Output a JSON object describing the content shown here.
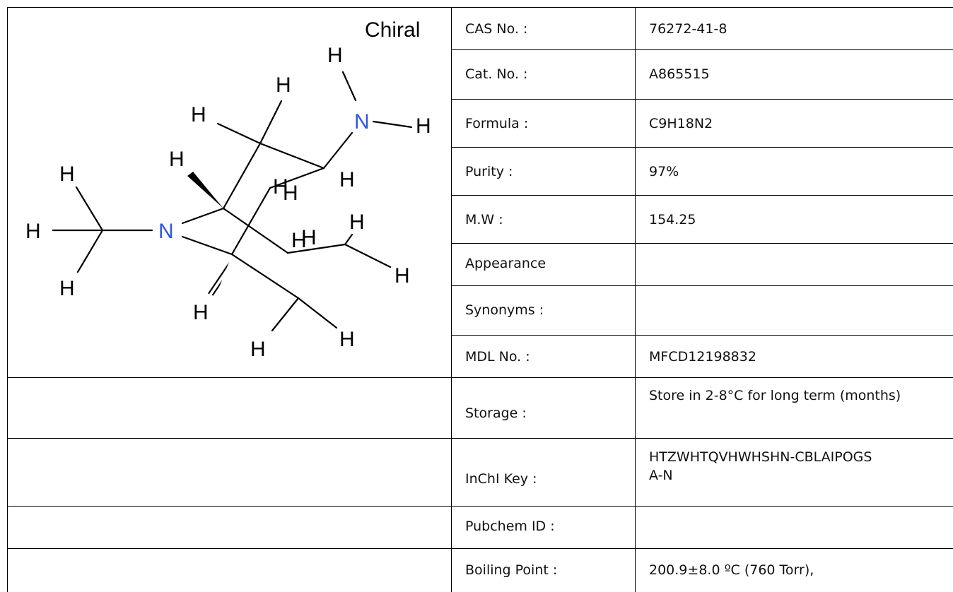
{
  "structure": {
    "chiral_label": "Chiral",
    "atoms": {
      "hydrogen": "H",
      "nitrogen": "N"
    },
    "colors": {
      "nitrogen": "#2f57e0",
      "bond": "#000000"
    }
  },
  "properties": [
    {
      "label": "CAS No. :",
      "value": "76272-41-8"
    },
    {
      "label": "Cat. No. :",
      "value": "A865515"
    },
    {
      "label": "Formula :",
      "value": "C9H18N2"
    },
    {
      "label": "Purity :",
      "value": "97%"
    },
    {
      "label": "M.W :",
      "value": "154.25"
    },
    {
      "label": "Appearance",
      "value": ""
    },
    {
      "label": "Synonyms :",
      "value": ""
    },
    {
      "label": "MDL No. :",
      "value": "MFCD12198832"
    },
    {
      "label": "Storage :",
      "value": "Store in 2-8°C for long term (months)"
    },
    {
      "label": "InChI Key :",
      "value": "HTZWHTQVHWHSHN-CBLAIPOGSA-N"
    },
    {
      "label": "Pubchem ID :",
      "value": ""
    },
    {
      "label": "Boiling Point :",
      "value": "200.9±8.0 ºC (760 Torr),"
    }
  ]
}
